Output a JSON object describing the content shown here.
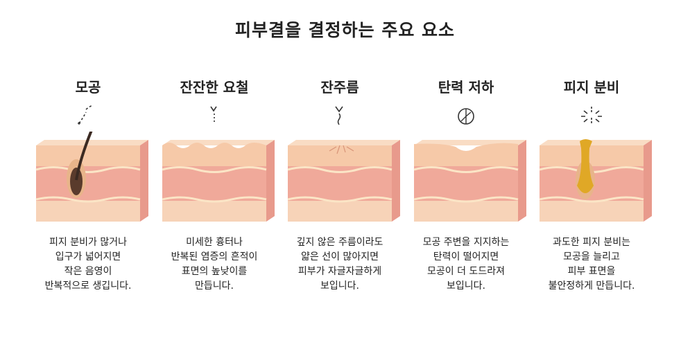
{
  "title": "피부결을 결정하는 주요 요소",
  "panels": [
    {
      "label": "모공",
      "symbol": "pore-hair-icon",
      "desc": [
        "피지 분비가 많거나",
        "입구가 넓어지면",
        "작은 음영이",
        "반복적으로 생깁니다."
      ]
    },
    {
      "label": "잔잔한 요철",
      "symbol": "unevenness-icon",
      "desc": [
        "미세한 흉터나",
        "반복된 염증의 흔적이",
        "표면의 높낮이를",
        "만듭니다."
      ]
    },
    {
      "label": "잔주름",
      "symbol": "fine-wrinkle-icon",
      "desc": [
        "깊지 않은 주름이라도",
        "얇은 선이 많아지면",
        "피부가 자글자글하게",
        "보입니다."
      ]
    },
    {
      "label": "탄력 저하",
      "symbol": "elasticity-icon",
      "desc": [
        "모공 주변을 지지하는",
        "탄력이 떨어지면",
        "모공이 더 도드라져",
        "보입니다."
      ]
    },
    {
      "label": "피지 분비",
      "symbol": "sebum-icon",
      "desc": [
        "과도한 피지 분비는",
        "모공을 늘리고",
        "피부 표면을",
        "불안정하게 만듭니다."
      ]
    }
  ],
  "colors": {
    "epidermis": "#f6c9a8",
    "dermis": "#f0a99a",
    "fat": "#f7d3b8",
    "wave": "#fbe5c6",
    "hair": "#3b2a22",
    "sebum": "#e0a826"
  }
}
